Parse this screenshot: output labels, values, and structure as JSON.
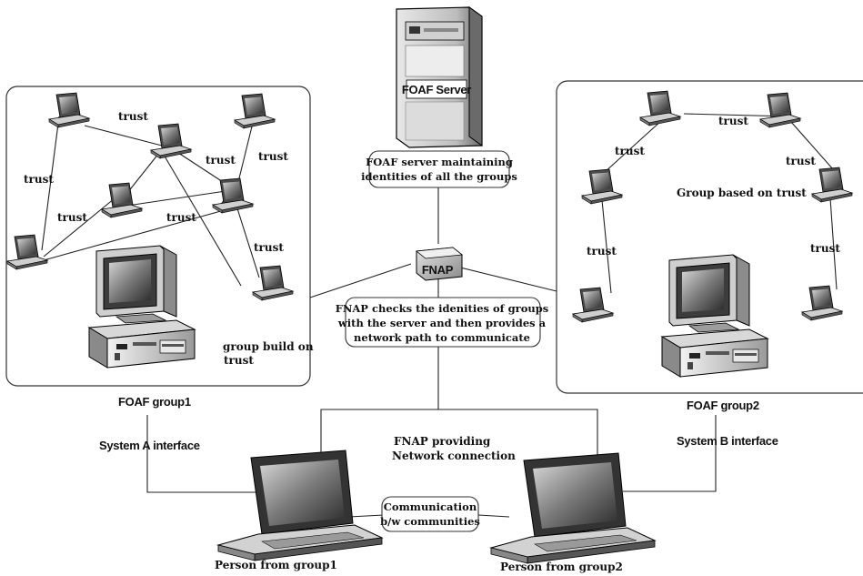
{
  "server": {
    "label": "FOAF Server"
  },
  "callouts": {
    "server_maintaining": [
      "FOAF server maintaining",
      "identities of all the groups"
    ],
    "fnap_checks": [
      "FNAP checks the idenities of groups",
      "with the server and then provides a",
      "network path to communicate"
    ],
    "communication": [
      "Communication",
      "b/w communities"
    ]
  },
  "fnap": {
    "label": "FNAP"
  },
  "group1": {
    "name": "FOAF group1",
    "interface": "System A interface",
    "caption": [
      "group build on",
      "trust"
    ],
    "edge_label": "trust"
  },
  "group2": {
    "name": "FOAF group2",
    "interface": "System  B interface",
    "caption": "Group based on trust",
    "edge_label": "trust"
  },
  "connection": [
    "FNAP providing",
    "Network connection"
  ],
  "people": {
    "left": "Person from group1",
    "right": "Person from group2"
  },
  "colors": {
    "ink": "#111111",
    "line": "#222222",
    "background": "#ffffff"
  }
}
